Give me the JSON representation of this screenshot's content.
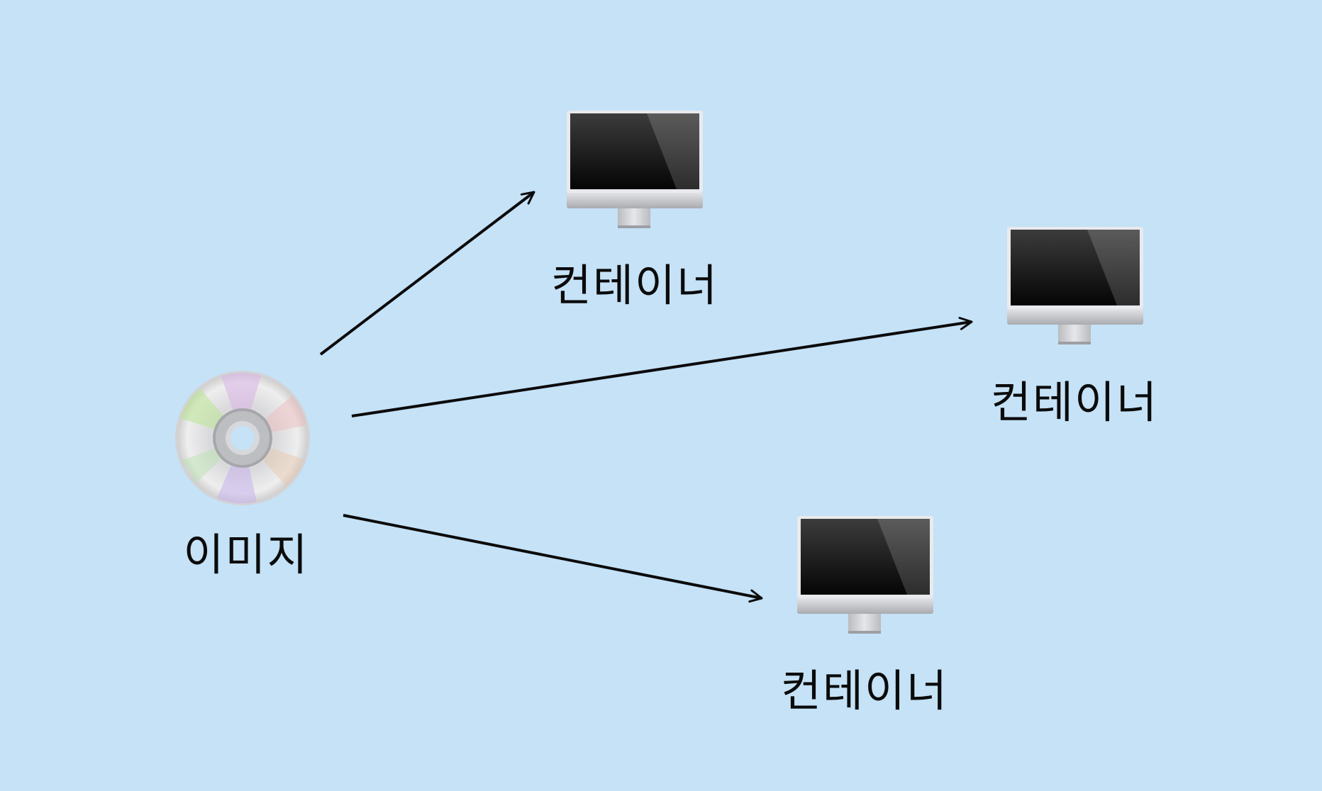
{
  "diagram": {
    "background_color": "#c5e2f7",
    "line_color": "#0b0b0b",
    "text_color": "#0b0b0b",
    "image_node": {
      "label": "이미지",
      "icon": "disc-icon"
    },
    "container_nodes": [
      {
        "label": "컨테이너",
        "icon": "monitor-icon"
      },
      {
        "label": "컨테이너",
        "icon": "monitor-icon"
      },
      {
        "label": "컨테이너",
        "icon": "monitor-icon"
      }
    ]
  }
}
